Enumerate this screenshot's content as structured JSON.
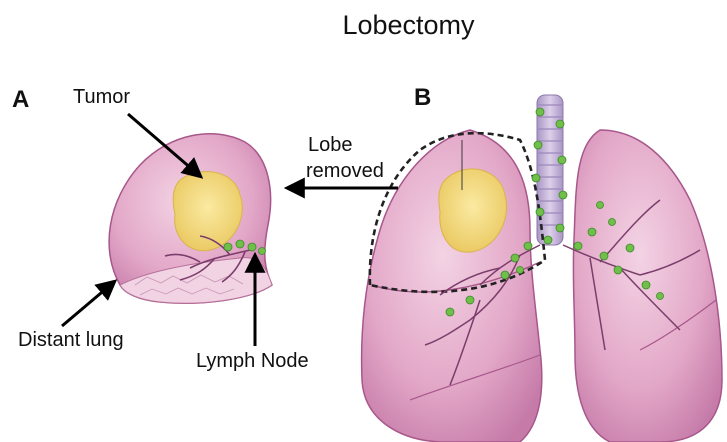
{
  "figure": {
    "title": "Lobectomy",
    "panel_labels": {
      "a": "A",
      "b": "B"
    },
    "annotations": {
      "tumor": "Tumor",
      "lobe_removed_line1": "Lobe",
      "lobe_removed_line2": "removed",
      "distant_lung": "Distant lung",
      "lymph_node": "Lymph Node"
    },
    "colors": {
      "lung_tissue": "#e7b2cf",
      "lung_outline": "#a8578a",
      "tumor": "#f4dc7a",
      "lymph_node": "#6fbf4a",
      "vessel": "#8a4a78",
      "trachea": "#c9b7d8",
      "arrow": "#000000"
    }
  }
}
